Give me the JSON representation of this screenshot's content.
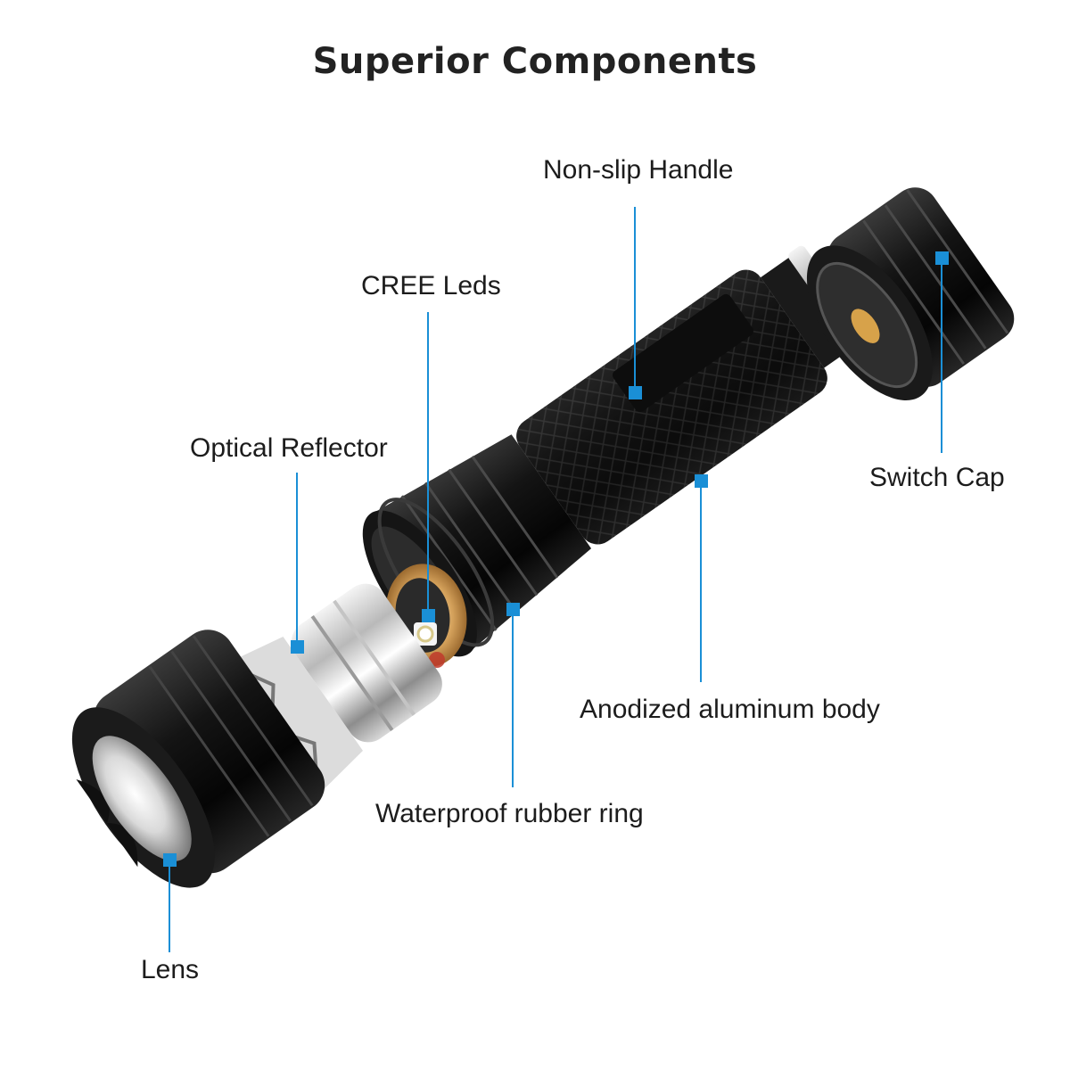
{
  "title": "Superior Components",
  "accent_color": "#1a8fd6",
  "callouts": {
    "non_slip_handle": "Non-slip Handle",
    "cree_leds": "CREE Leds",
    "optical_reflector": "Optical Reflector",
    "switch_cap": "Switch Cap",
    "anodized_body": "Anodized aluminum body",
    "waterproof_ring": "Waterproof rubber ring",
    "lens": "Lens"
  }
}
